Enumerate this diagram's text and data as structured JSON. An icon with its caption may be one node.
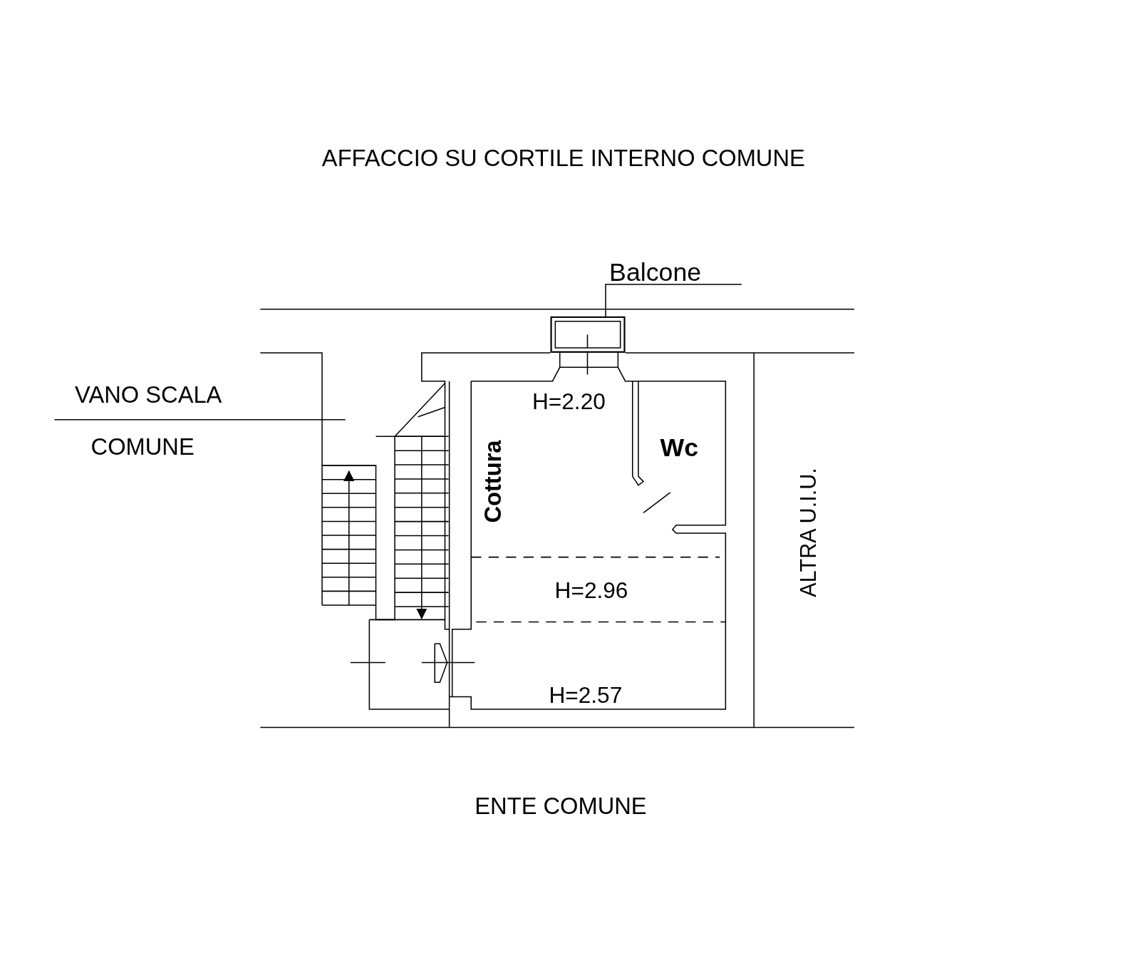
{
  "diagram": {
    "nodes": [
      {
        "text": [
          "Balcone"
        ]
      },
      {
        "text": [],
        "shape": "box"
      }
    ],
    "edges": [
      {
        "from": 0,
        "to": 1,
        "arrow": "none"
      }
    ],
    "labels": [
      "AFFACCIO SU CORTILE INTERNO COMUNE",
      "VANO SCALA",
      "COMUNE",
      "H=2.20",
      "Cottura",
      "Wc",
      "ALTRA U.I.U.",
      "H=2.96",
      "H=2.57",
      "ENTE COMUNE"
    ]
  }
}
